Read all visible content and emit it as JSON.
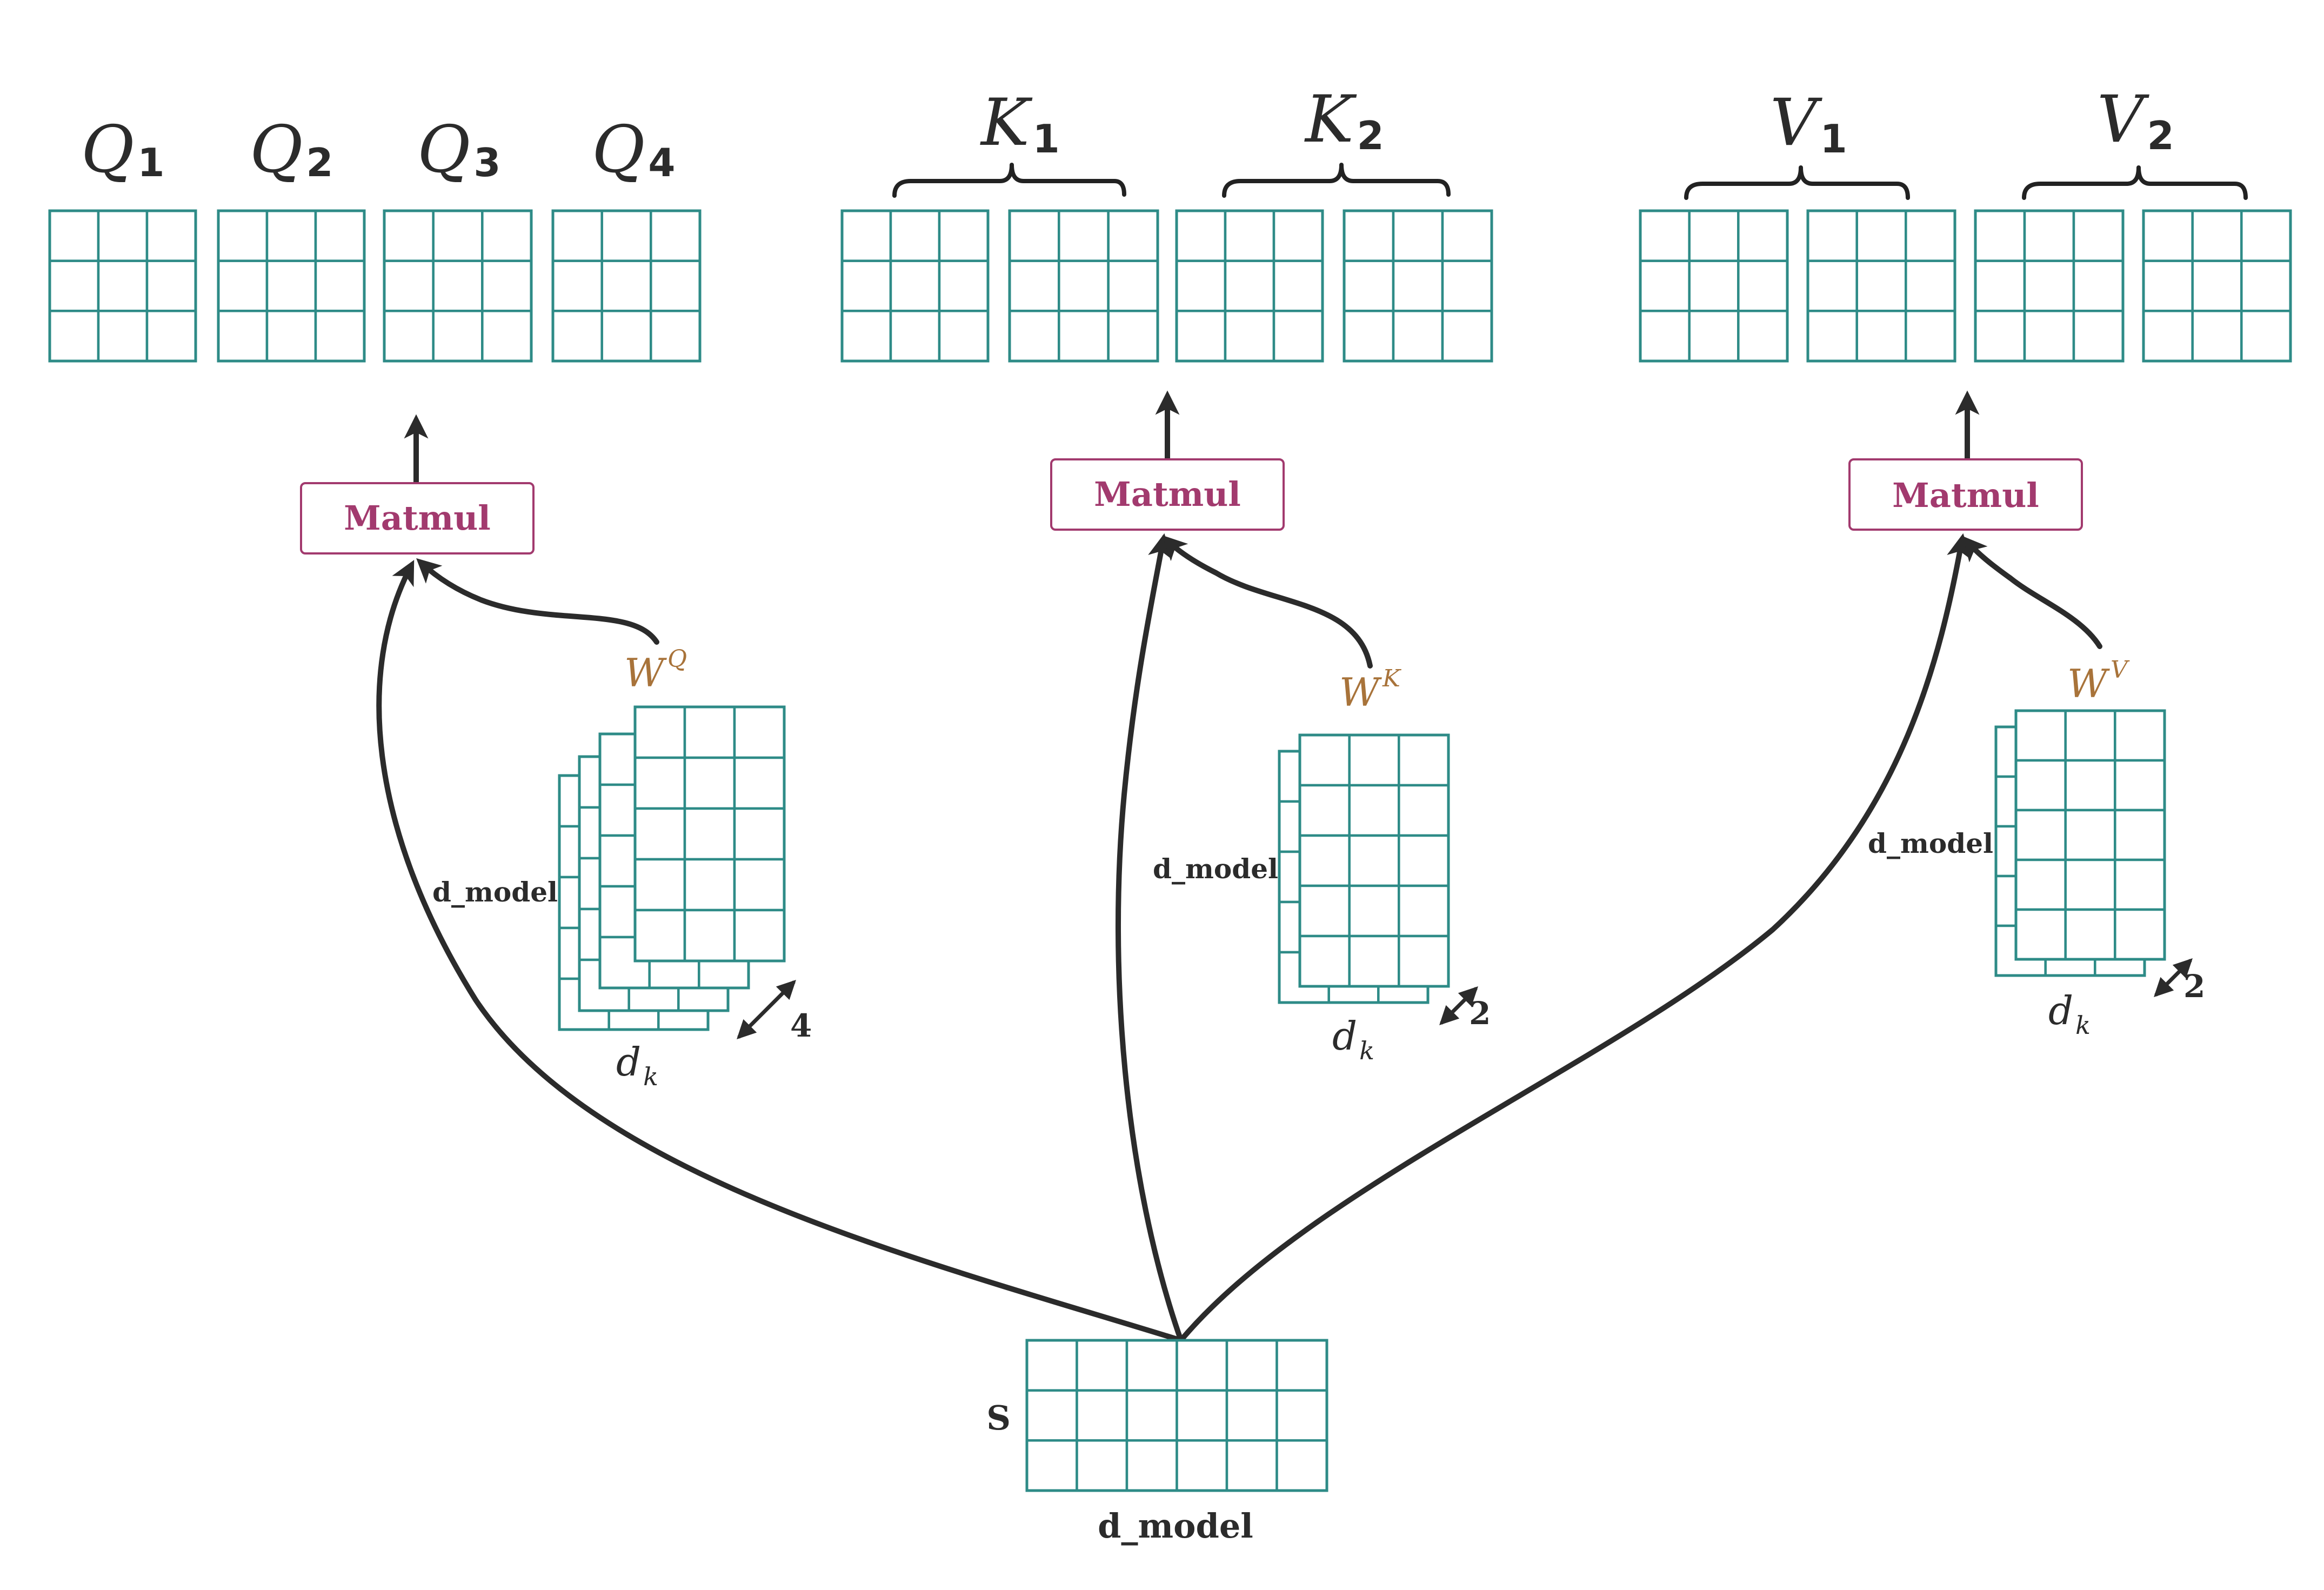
{
  "query": {
    "heads": [
      {
        "name": "Q",
        "sub": "1"
      },
      {
        "name": "Q",
        "sub": "2"
      },
      {
        "name": "Q",
        "sub": "3"
      },
      {
        "name": "Q",
        "sub": "4"
      }
    ],
    "op_label": "Matmul",
    "weight_name": "W",
    "weight_sup": "Q",
    "rows_label": "d_model",
    "cols_label": "d",
    "cols_sub": "k",
    "head_count": "4"
  },
  "key": {
    "heads": [
      {
        "name": "K",
        "sub": "1"
      },
      {
        "name": "K",
        "sub": "2"
      }
    ],
    "op_label": "Matmul",
    "weight_name": "W",
    "weight_sup": "K",
    "rows_label": "d_model",
    "cols_label": "d",
    "cols_sub": "k",
    "head_count": "2"
  },
  "value": {
    "heads": [
      {
        "name": "V",
        "sub": "1"
      },
      {
        "name": "V",
        "sub": "2"
      }
    ],
    "op_label": "Matmul",
    "weight_name": "W",
    "weight_sup": "V",
    "rows_label": "d_model",
    "cols_label": "d",
    "cols_sub": "k",
    "head_count": "2"
  },
  "input": {
    "rows_label": "S",
    "cols_label": "d_model"
  },
  "colors": {
    "grid": "#2e8b87",
    "arrow": "#2b2b2b",
    "matmul": "#a23a6e",
    "weight": "#a8733a"
  }
}
